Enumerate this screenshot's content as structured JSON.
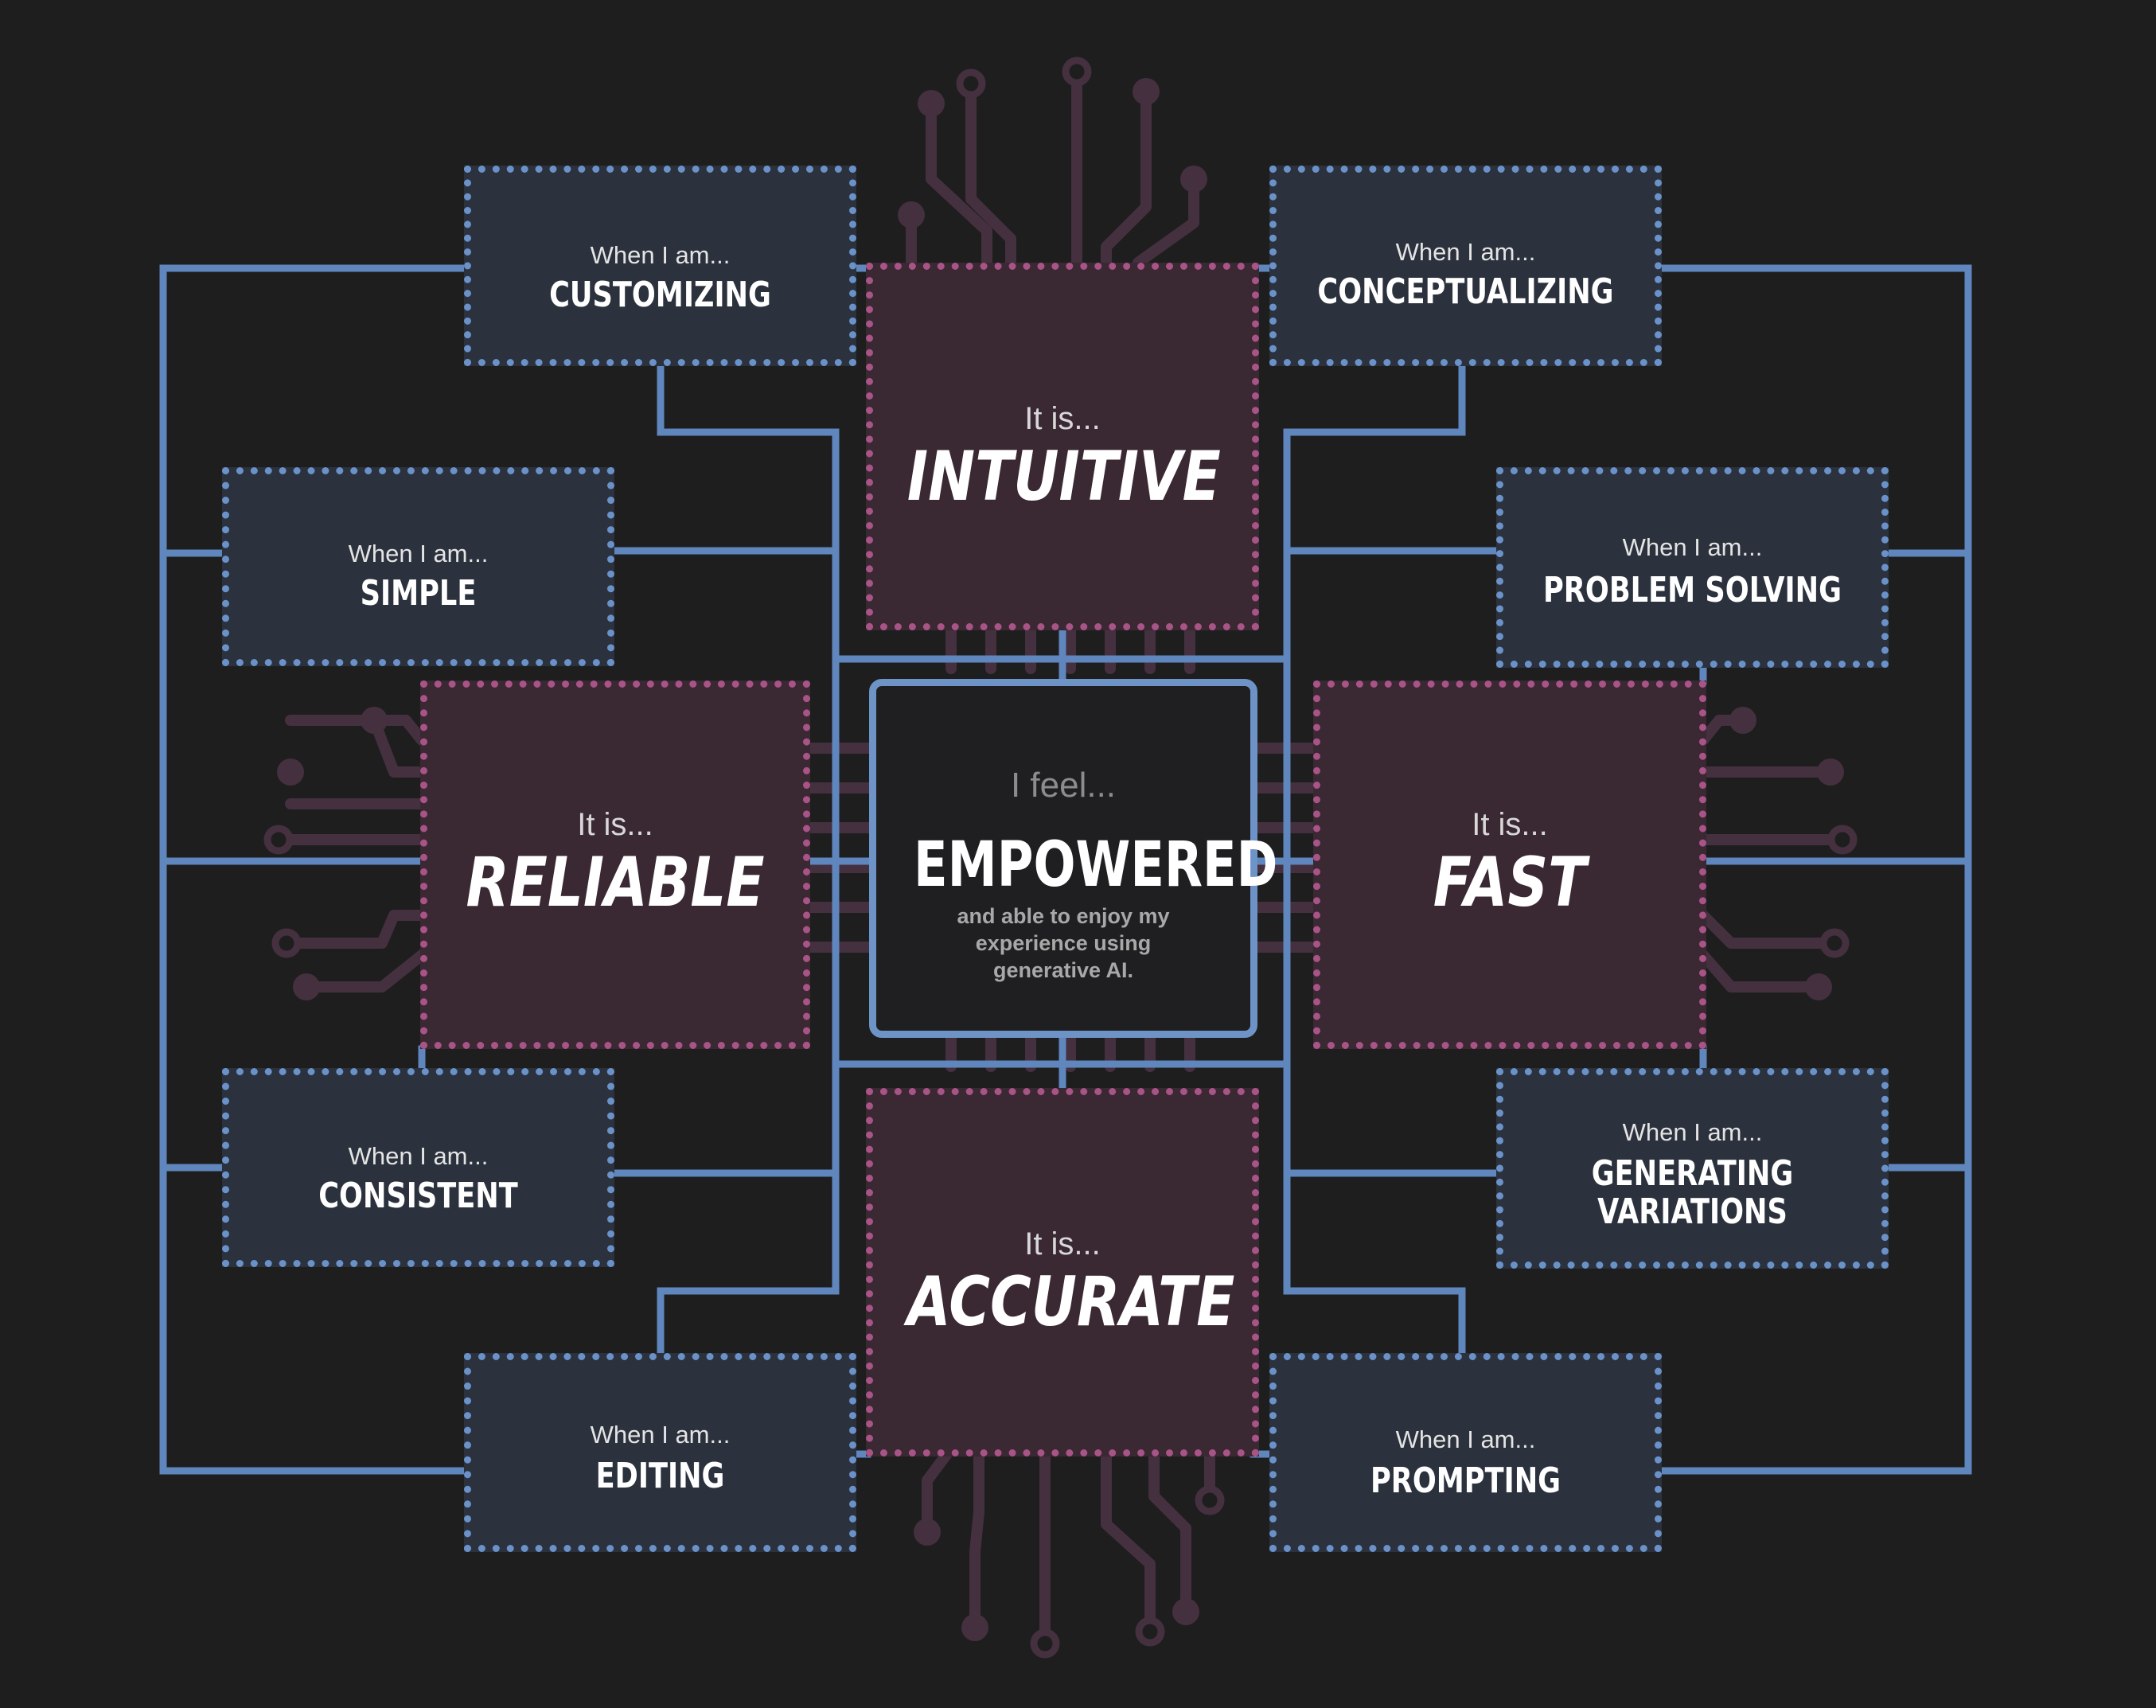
{
  "center": {
    "lead": "I feel...",
    "title": "EMPOWERED",
    "subtitle": "and able to enjoy my experience using generative AI."
  },
  "qualities": [
    {
      "lead": "It is...",
      "title": "INTUITIVE"
    },
    {
      "lead": "It is...",
      "title": "RELIABLE"
    },
    {
      "lead": "It is...",
      "title": "FAST"
    },
    {
      "lead": "It is...",
      "title": "ACCURATE"
    }
  ],
  "contexts": [
    {
      "lead": "When I am...",
      "title": "CUSTOMIZING"
    },
    {
      "lead": "When I am...",
      "title": "CONCEPTUALIZING"
    },
    {
      "lead": "When I am...",
      "title": "SIMPLE"
    },
    {
      "lead": "When I am...",
      "title": "PROBLEM SOLVING"
    },
    {
      "lead": "When I am...",
      "title": "CONSISTENT"
    },
    {
      "lead": "When I am...",
      "title": "GENERATING VARIATIONS"
    },
    {
      "lead": "When I am...",
      "title": "EDITING"
    },
    {
      "lead": "When I am...",
      "title": "PROMPTING"
    }
  ],
  "colors": {
    "background": "#1e1e1e",
    "context_box": "#2b313d",
    "context_border": "#6a92c9",
    "quality_box": "#3a2833",
    "quality_border": "#a85486",
    "connector": "#5f86bd",
    "circuit_trace": "#45303f"
  }
}
